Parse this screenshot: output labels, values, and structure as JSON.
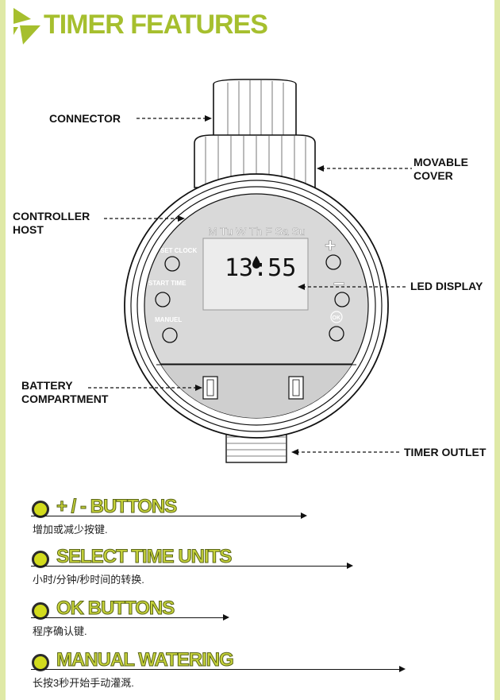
{
  "header": {
    "title": "TIMER FEATURES"
  },
  "labels": {
    "connector": "CONNECTOR",
    "movable_cover": [
      "MOVABLE",
      "COVER"
    ],
    "controller_host": [
      "CONTROLLER",
      "HOST"
    ],
    "led_display": "LED DISPLAY",
    "battery": [
      "BATTERY",
      "COMPARTMENT"
    ],
    "timer_outlet": "TIMER OUTLET"
  },
  "device": {
    "days": "M Tu W Th F Sa Su",
    "clock": "13:55",
    "buttons": {
      "set_clock": "SET CLOCK",
      "start_time": "START TIME",
      "manuel": "MANUEL",
      "plus": "+",
      "minus": "–",
      "ok": "OK"
    }
  },
  "colors": {
    "accent": "#a6bf2e",
    "border": "#dfe9a6",
    "dot": "#d2db1d",
    "device_face": "#d9d9d9"
  },
  "features": [
    {
      "title": "+ / - BUTTONS",
      "desc": "增加或减少按键."
    },
    {
      "title": "SELECT TIME UNITS",
      "desc": "小时/分钟/秒时间的转换."
    },
    {
      "title": "OK BUTTONS",
      "desc": "程序确认键."
    },
    {
      "title": "MANUAL WATERING",
      "desc": "长按3秒开始手动灌溉."
    }
  ]
}
